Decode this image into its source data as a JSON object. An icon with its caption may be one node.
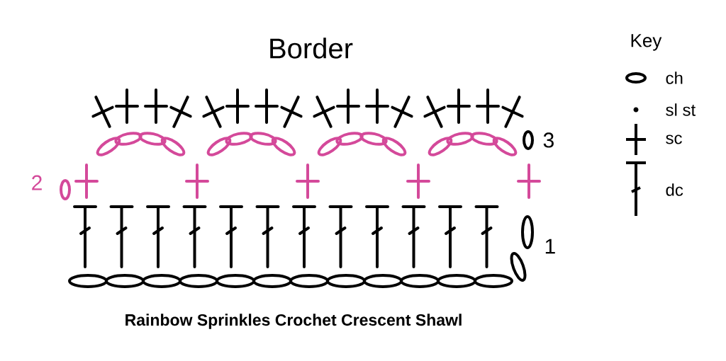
{
  "diagram": {
    "title": "Border",
    "caption": "Rainbow Sprinkles Crochet Crescent Shawl",
    "labels": [
      "Key",
      "3",
      "2",
      "1"
    ],
    "legend": [
      {
        "text": "ch"
      },
      {
        "text": "sl st"
      },
      {
        "text": "sc"
      },
      {
        "text": "dc"
      }
    ]
  }
}
